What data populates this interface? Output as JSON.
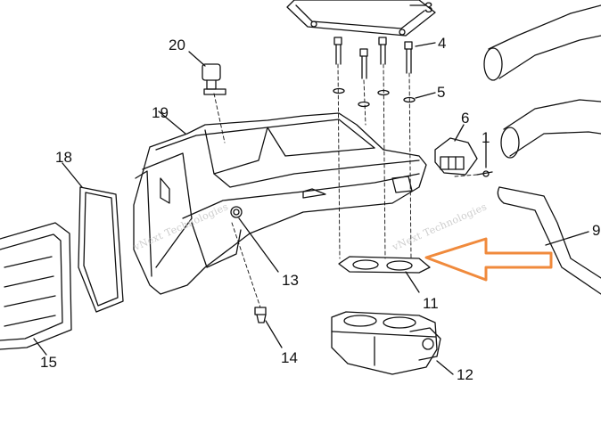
{
  "callouts": {
    "c1": "1",
    "c3": "3",
    "c4": "4",
    "c5": "5",
    "c6": "6",
    "c9": "9",
    "c11": "11",
    "c12": "12",
    "c13": "13",
    "c14": "14",
    "c15": "15",
    "c18": "18",
    "c19": "19",
    "c20": "20"
  },
  "watermark": {
    "text_a": "vNext Technologies",
    "text_b": "vNext Technologies"
  },
  "colors": {
    "line": "#111111",
    "arrow": "#f08a3c",
    "watermark": "#c8c8c8"
  }
}
